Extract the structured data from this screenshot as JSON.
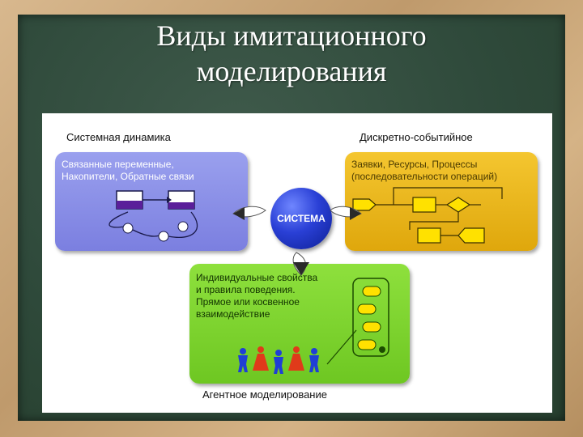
{
  "slide": {
    "title_line1": "Виды имитационного",
    "title_line2": "моделирования"
  },
  "diagram": {
    "system_dynamics": {
      "heading": "Системная динамика",
      "text_line1": "Связанные переменные,",
      "text_line2": "Накопители, Обратные связи"
    },
    "discrete_event": {
      "heading": "Дискретно-событийное",
      "text_line1": "Заявки, Ресурсы, Процессы",
      "text_line2": "(последовательности операций)"
    },
    "agent_based": {
      "heading": "Агентное моделирование",
      "text_line1": "Индивидуальные свойства",
      "text_line2": "и правила поведения.",
      "text_line3": "Прямое или косвенное",
      "text_line4": "взаимодействие"
    },
    "center_label": "СИСТЕМА"
  },
  "colors": {
    "system_dynamics": "#8a8fe8",
    "discrete_event": "#efbd22",
    "agent_based": "#7ed42e",
    "system_sphere": "#2a40d6",
    "agent_blue": "#1f3fd6",
    "agent_red": "#e03a1a"
  }
}
